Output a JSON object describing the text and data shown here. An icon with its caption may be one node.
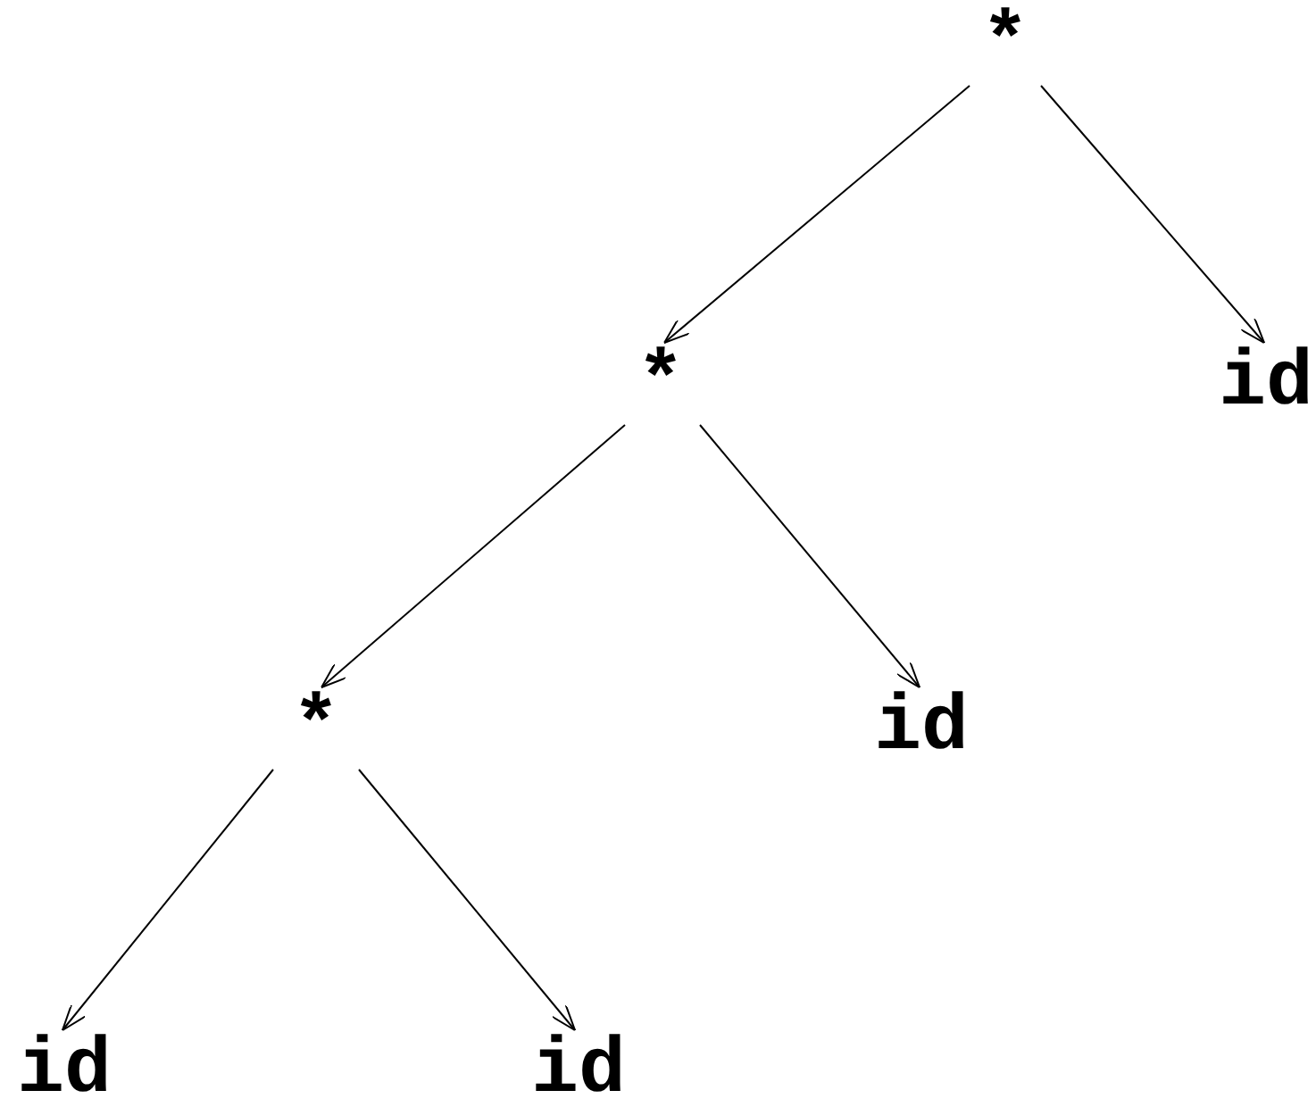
{
  "diagram": {
    "nodes": [
      {
        "text": [
          "*"
        ]
      },
      {
        "text": [
          "*"
        ]
      },
      {
        "text": [
          "id"
        ]
      },
      {
        "text": [
          "*"
        ]
      },
      {
        "text": [
          "id"
        ]
      },
      {
        "text": [
          "id"
        ]
      },
      {
        "text": [
          "id"
        ]
      }
    ],
    "edges": [
      {
        "from": 0,
        "to": 1,
        "arrow": "to"
      },
      {
        "from": 0,
        "to": 2,
        "arrow": "to"
      },
      {
        "from": 1,
        "to": 3,
        "arrow": "to"
      },
      {
        "from": 1,
        "to": 4,
        "arrow": "to"
      },
      {
        "from": 3,
        "to": 5,
        "arrow": "to"
      },
      {
        "from": 3,
        "to": 6,
        "arrow": "to"
      }
    ]
  }
}
